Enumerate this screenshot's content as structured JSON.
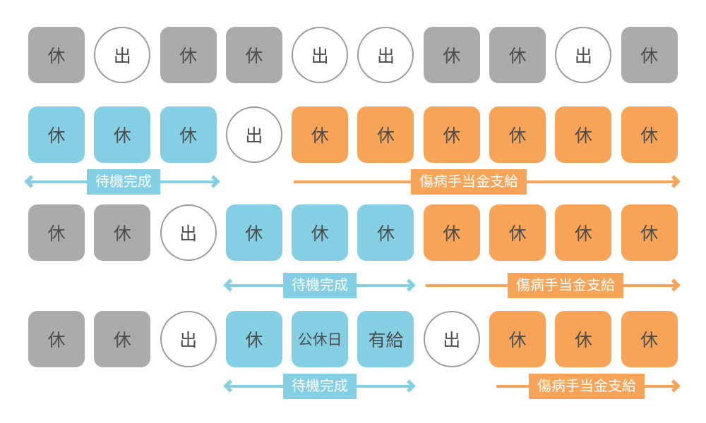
{
  "colors": {
    "gray_cell": "#ABABAB",
    "blue_cell": "#84CFE4",
    "orange_cell": "#F8A458",
    "cell_text": "#4D4D4D",
    "circle_border": "#9B9B9B",
    "label_text": "#FFFFFF",
    "background": "#FFFFFF"
  },
  "labels": {
    "rest": "休",
    "attend": "出",
    "public_holiday": "公休日",
    "paid_leave": "有給",
    "waiting_complete": "待機完成",
    "benefit_payment": "傷病手当金支給"
  },
  "rows": [
    {
      "cells": [
        {
          "type": "gray",
          "label": "休"
        },
        {
          "type": "work",
          "label": "出"
        },
        {
          "type": "gray",
          "label": "休"
        },
        {
          "type": "gray",
          "label": "休"
        },
        {
          "type": "work",
          "label": "出"
        },
        {
          "type": "work",
          "label": "出"
        },
        {
          "type": "gray",
          "label": "休"
        },
        {
          "type": "gray",
          "label": "休"
        },
        {
          "type": "work",
          "label": "出"
        },
        {
          "type": "gray",
          "label": "休"
        }
      ]
    },
    {
      "cells": [
        {
          "type": "blue",
          "label": "休"
        },
        {
          "type": "blue",
          "label": "休"
        },
        {
          "type": "blue",
          "label": "休"
        },
        {
          "type": "work",
          "label": "出"
        },
        {
          "type": "orange",
          "label": "休"
        },
        {
          "type": "orange",
          "label": "休"
        },
        {
          "type": "orange",
          "label": "休"
        },
        {
          "type": "orange",
          "label": "休"
        },
        {
          "type": "orange",
          "label": "休"
        },
        {
          "type": "orange",
          "label": "休"
        }
      ]
    },
    {
      "cells": [
        {
          "type": "gray",
          "label": "休"
        },
        {
          "type": "gray",
          "label": "休"
        },
        {
          "type": "work",
          "label": "出"
        },
        {
          "type": "blue",
          "label": "休"
        },
        {
          "type": "blue",
          "label": "休"
        },
        {
          "type": "blue",
          "label": "休"
        },
        {
          "type": "orange",
          "label": "休"
        },
        {
          "type": "orange",
          "label": "休"
        },
        {
          "type": "orange",
          "label": "休"
        },
        {
          "type": "orange",
          "label": "休"
        }
      ]
    },
    {
      "cells": [
        {
          "type": "gray",
          "label": "休"
        },
        {
          "type": "gray",
          "label": "休"
        },
        {
          "type": "work",
          "label": "出"
        },
        {
          "type": "blue",
          "label": "休"
        },
        {
          "type": "blue",
          "label": "公休日"
        },
        {
          "type": "blue",
          "label": "有給"
        },
        {
          "type": "work",
          "label": "出"
        },
        {
          "type": "orange",
          "label": "休"
        },
        {
          "type": "orange",
          "label": "休"
        },
        {
          "type": "orange",
          "label": "休"
        }
      ]
    }
  ]
}
